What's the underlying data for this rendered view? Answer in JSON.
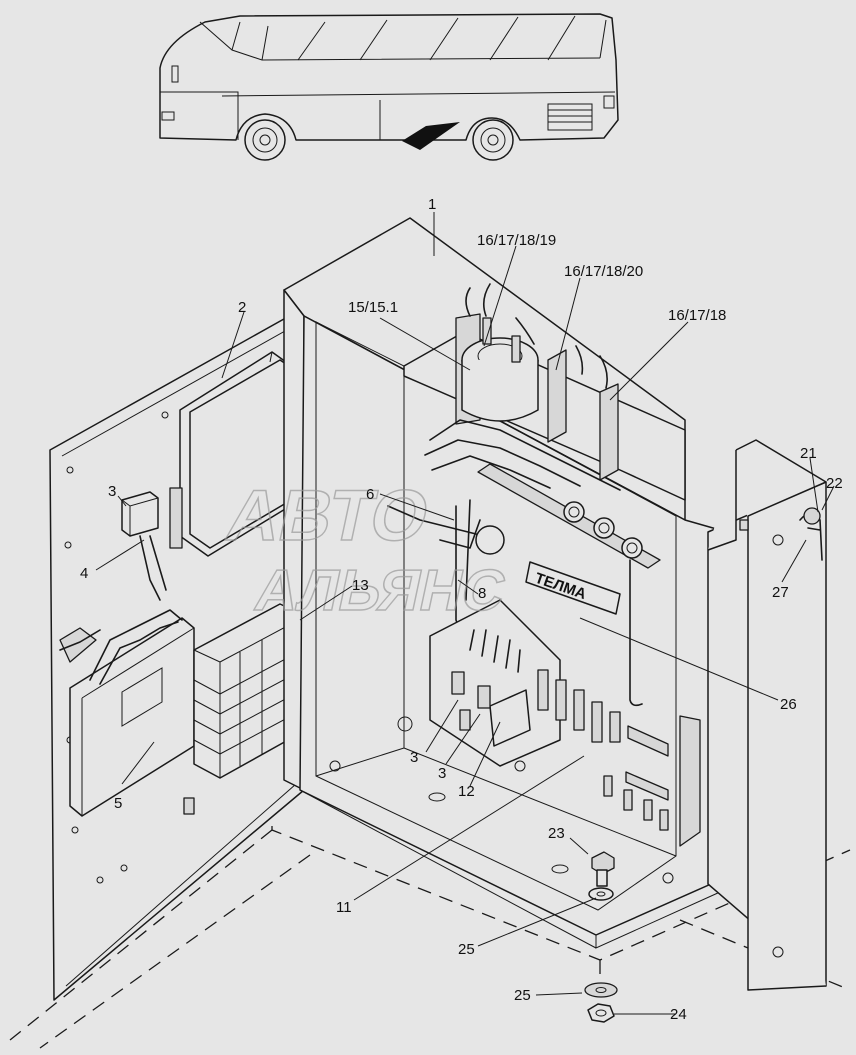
{
  "watermark": {
    "line1": "АВТО",
    "line2": "АЛЬЯНС"
  },
  "box_label": "ТЕЛМА",
  "callouts": [
    {
      "id": "c-1",
      "text": "1"
    },
    {
      "id": "c-16-19",
      "text": "16/17/18/19"
    },
    {
      "id": "c-16-20",
      "text": "16/17/18/20"
    },
    {
      "id": "c-15",
      "text": "15/15.1"
    },
    {
      "id": "c-16-18",
      "text": "16/17/18"
    },
    {
      "id": "c-2",
      "text": "2"
    },
    {
      "id": "c-3a",
      "text": "3"
    },
    {
      "id": "c-4",
      "text": "4"
    },
    {
      "id": "c-6",
      "text": "6"
    },
    {
      "id": "c-8",
      "text": "8"
    },
    {
      "id": "c-13",
      "text": "13"
    },
    {
      "id": "c-21",
      "text": "21"
    },
    {
      "id": "c-22",
      "text": "22"
    },
    {
      "id": "c-27",
      "text": "27"
    },
    {
      "id": "c-26",
      "text": "26"
    },
    {
      "id": "c-5",
      "text": "5"
    },
    {
      "id": "c-3b",
      "text": "3"
    },
    {
      "id": "c-3c",
      "text": "3"
    },
    {
      "id": "c-12",
      "text": "12"
    },
    {
      "id": "c-23",
      "text": "23"
    },
    {
      "id": "c-11",
      "text": "11"
    },
    {
      "id": "c-25a",
      "text": "25"
    },
    {
      "id": "c-25b",
      "text": "25"
    },
    {
      "id": "c-24",
      "text": "24"
    }
  ]
}
